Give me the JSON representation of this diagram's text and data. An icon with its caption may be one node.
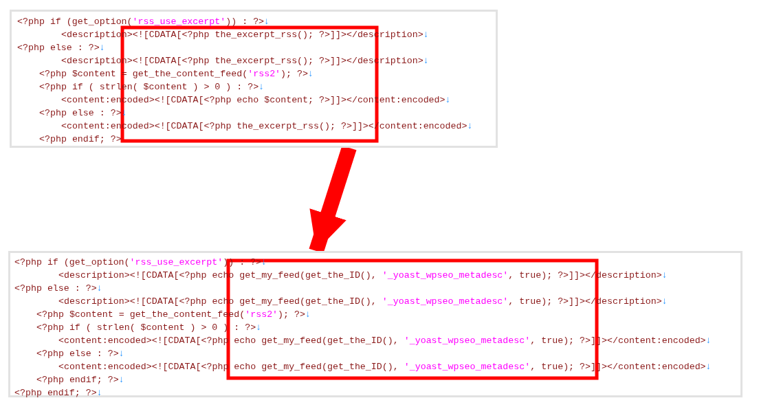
{
  "diagram": {
    "nodes": [
      {
        "text": [
          "<?php if (get_option('rss_use_excerpt')) : ?>↓",
          "<description><![CDATA[<?php the_excerpt_rss(); ?>]]></description>↓",
          "<?php else : ?>↓",
          "<description><![CDATA[<?php the_excerpt_rss(); ?>]]></description>↓",
          "<?php $content = get_the_content_feed('rss2'); ?>↓",
          "<?php if ( strlen( $content ) > 0 ) : ?>↓",
          "<content:encoded><![CDATA[<?php echo $content; ?>]]></content:encoded>↓",
          "<?php else : ?>↓",
          "<content:encoded><![CDATA[<?php the_excerpt_rss(); ?>]]></content:encoded>↓",
          "<?php endif; ?>"
        ]
      },
      {
        "text": [
          "<?php if (get_option('rss_use_excerpt')) : ?>↓",
          "<description><![CDATA[<?php echo get_my_feed(get_the_ID(), '_yoast_wpseo_metadesc', true); ?>]]></description>↓",
          "<?php else : ?>↓",
          "<description><![CDATA[<?php echo get_my_feed(get_the_ID(), '_yoast_wpseo_metadesc', true); ?>]]></description>↓",
          "<?php $content = get_the_content_feed('rss2'); ?>↓",
          "<?php if ( strlen( $content ) > 0 ) : ?>↓",
          "<content:encoded><![CDATA[<?php echo get_my_feed(get_the_ID(), '_yoast_wpseo_metadesc', true); ?>]]></content:encoded>↓",
          "<?php else : ?>↓",
          "<content:encoded><![CDATA[<?php echo get_my_feed(get_the_ID(), '_yoast_wpseo_metadesc', true); ?>]]></content:encoded>↓",
          "<?php endif; ?>↓",
          "<?php endif; ?>↓"
        ]
      }
    ],
    "edges": [
      {
        "from": 0,
        "to": 1,
        "arrow": "to"
      }
    ]
  }
}
